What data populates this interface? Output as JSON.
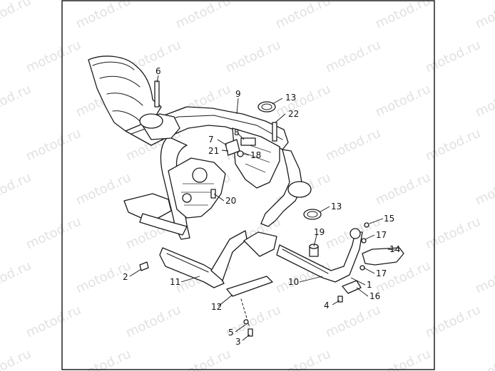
{
  "diagram": {
    "watermark_text": "motod.ru",
    "callouts": [
      {
        "id": "1",
        "label": "1"
      },
      {
        "id": "2",
        "label": "2"
      },
      {
        "id": "3",
        "label": "3"
      },
      {
        "id": "4",
        "label": "4"
      },
      {
        "id": "5",
        "label": "5"
      },
      {
        "id": "6",
        "label": "6"
      },
      {
        "id": "7",
        "label": "7"
      },
      {
        "id": "8",
        "label": "8"
      },
      {
        "id": "9",
        "label": "9"
      },
      {
        "id": "10",
        "label": "10"
      },
      {
        "id": "11",
        "label": "11"
      },
      {
        "id": "12",
        "label": "12"
      },
      {
        "id": "13a",
        "label": "13"
      },
      {
        "id": "13b",
        "label": "13"
      },
      {
        "id": "14",
        "label": "14"
      },
      {
        "id": "15",
        "label": "15"
      },
      {
        "id": "16",
        "label": "16"
      },
      {
        "id": "17a",
        "label": "17"
      },
      {
        "id": "17b",
        "label": "17"
      },
      {
        "id": "18",
        "label": "18"
      },
      {
        "id": "19",
        "label": "19"
      },
      {
        "id": "20",
        "label": "20"
      },
      {
        "id": "21",
        "label": "21"
      },
      {
        "id": "22",
        "label": "22"
      }
    ]
  }
}
